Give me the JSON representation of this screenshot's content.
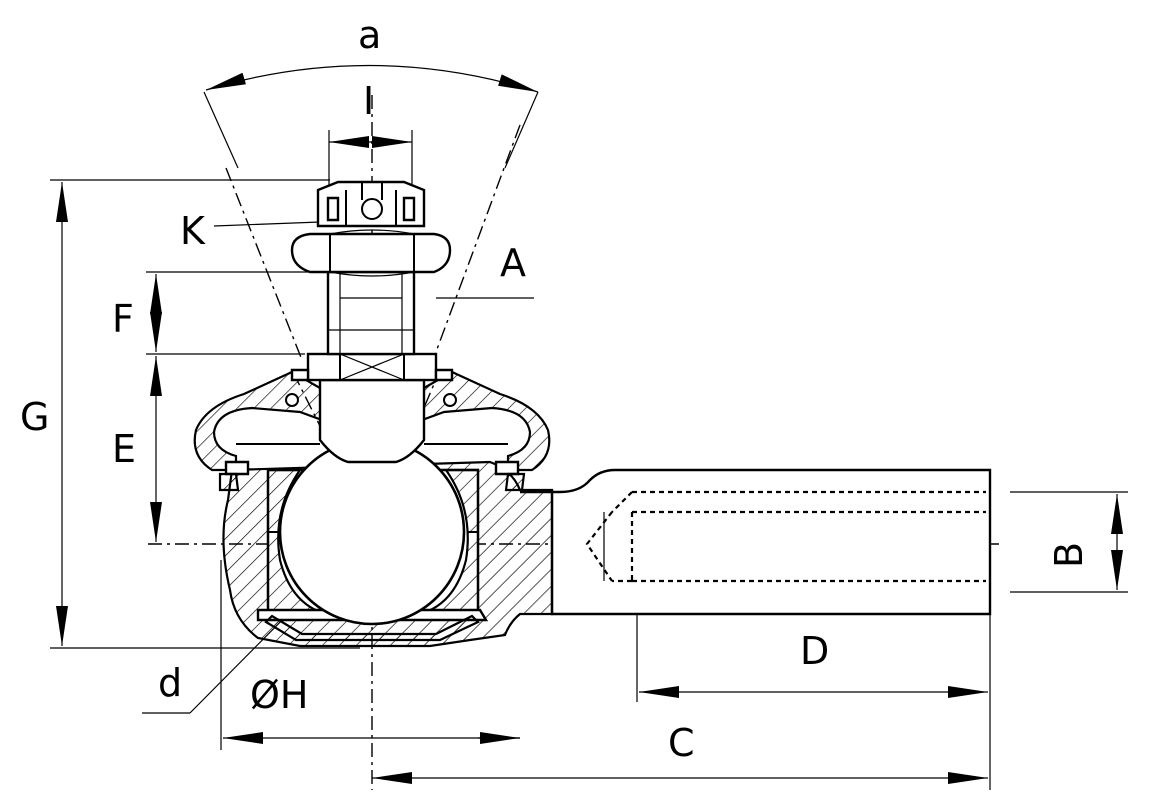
{
  "labels": {
    "a": "a",
    "I": "I",
    "K": "K",
    "A": "A",
    "F": "F",
    "E": "E",
    "G": "G",
    "B": "B",
    "D": "D",
    "d": "d",
    "H": "ØH",
    "C": "C"
  }
}
